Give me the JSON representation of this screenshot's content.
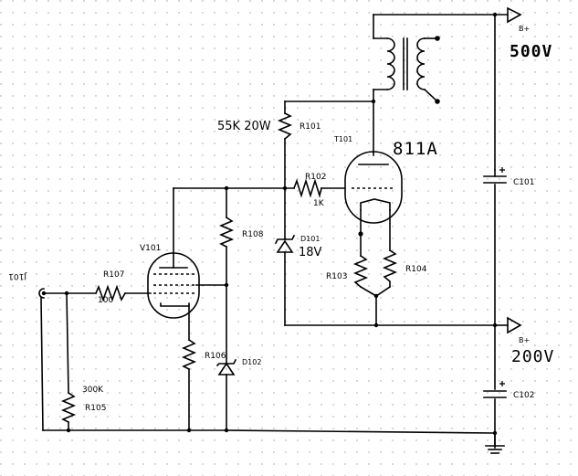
{
  "labels": {
    "b_plus_top": "B+",
    "v500": "500V",
    "b_plus_bottom": "B+",
    "v200": "200V",
    "r101_value": "55K 20W",
    "r101": "R101",
    "t101": "T101",
    "tube_811a": "811A",
    "r102": "R102",
    "r102_value": "1K",
    "c101": "C101",
    "r108": "R108",
    "d101": "D101",
    "d101_value": "18V",
    "v101": "V101",
    "j101": "J101",
    "r107": "R107",
    "r107_value": "100",
    "r103": "R103",
    "r104": "R104",
    "r106": "R106",
    "d102": "D102",
    "r105_value": "300K",
    "r105": "R105",
    "c102": "C102"
  }
}
